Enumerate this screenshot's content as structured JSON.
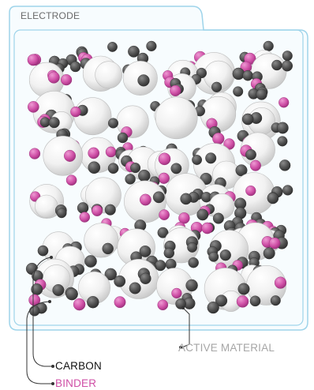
{
  "title": "ELECTRODE",
  "legend": {
    "active_material": "ACTIVE MATERIAL",
    "carbon": "CARBON",
    "binder": "BINDER"
  },
  "colors": {
    "frame": "#9ed4ea",
    "frame_fill": "#f7fcfe",
    "active_material": "#f2f2f2",
    "carbon": "#4e4e4e",
    "binder": "#cf4fa6",
    "leader_line": "#333333"
  }
}
